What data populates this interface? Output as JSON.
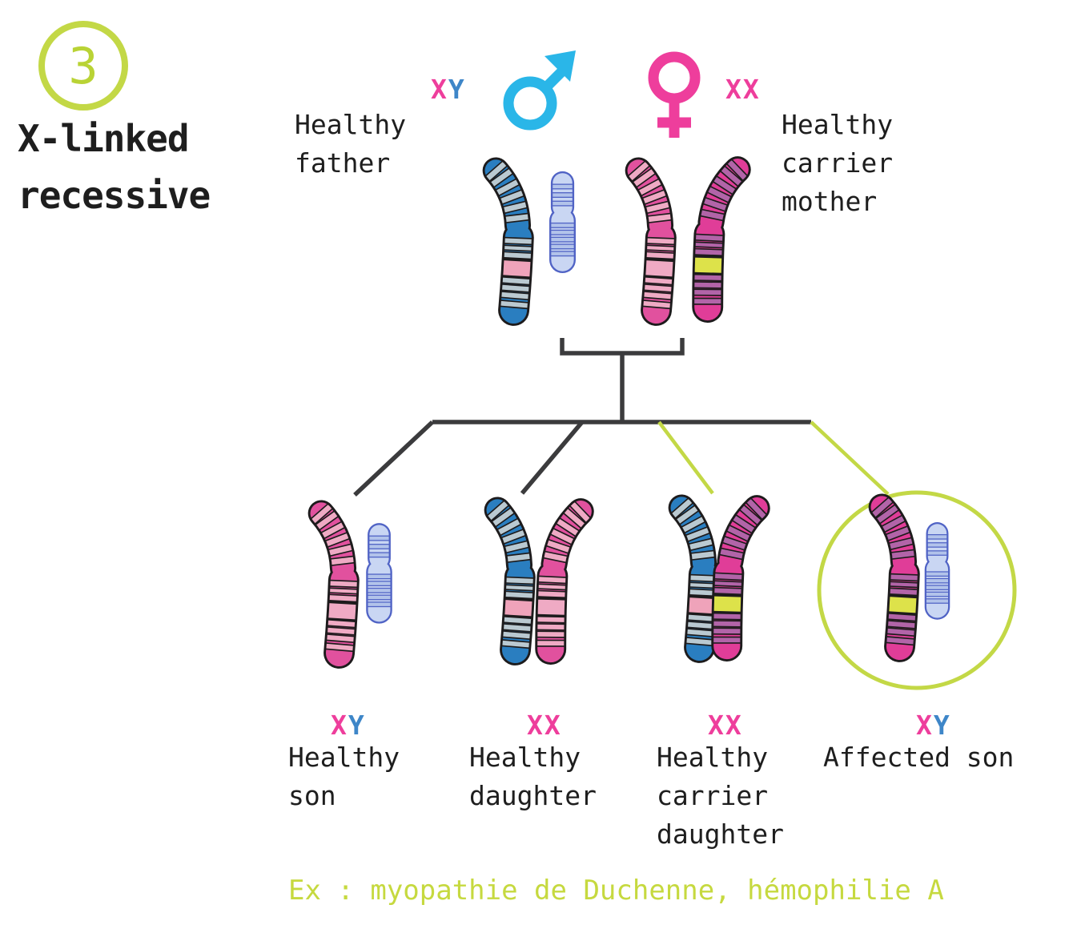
{
  "badge": {
    "number": "3"
  },
  "title": "X-linked\nrecessive",
  "parents": {
    "father": {
      "label": "Healthy\nfather",
      "alleles": [
        {
          "ch": "X",
          "color": "#ee3e9c"
        },
        {
          "ch": "Y",
          "color": "#3e86c8"
        }
      ]
    },
    "mother": {
      "label": "Healthy\ncarrier\nmother",
      "alleles": [
        {
          "ch": "X",
          "color": "#ee3e9c"
        },
        {
          "ch": "X",
          "color": "#ee3e9c"
        }
      ]
    }
  },
  "children": [
    {
      "label": "Healthy\nson",
      "alleles": [
        {
          "ch": "X",
          "color": "#ee3e9c"
        },
        {
          "ch": "Y",
          "color": "#3e86c8"
        }
      ],
      "highlighted": false
    },
    {
      "label": "Healthy\ndaughter",
      "alleles": [
        {
          "ch": "X",
          "color": "#ee3e9c"
        },
        {
          "ch": "X",
          "color": "#ee3e9c"
        }
      ],
      "highlighted": false
    },
    {
      "label": "Healthy\ncarrier\ndaughter",
      "alleles": [
        {
          "ch": "X",
          "color": "#ee3e9c"
        },
        {
          "ch": "X",
          "color": "#ee3e9c"
        }
      ],
      "highlighted": false
    },
    {
      "label": "Affected son",
      "alleles": [
        {
          "ch": "X",
          "color": "#ee3e9c"
        },
        {
          "ch": "Y",
          "color": "#3e86c8"
        }
      ],
      "highlighted": true
    }
  ],
  "example_text": "Ex : myopathie de Duchenne, hémophilie A",
  "colors": {
    "accent_green": "#c3d846",
    "example_text_green": "#c6d93f",
    "yellow_band": "#dde24a",
    "tree_line_dark": "#3b3b3d",
    "male_symbol_cyan": "#2ab6e8",
    "female_symbol_pink": "#ee3e9c",
    "allele_x_pink": "#ee3e9c",
    "allele_y_blue": "#3e86c8",
    "text_dark": "#1e1e1e",
    "chrom_outline": "#1d1b1c",
    "x_blue_base": "#2a7ec0",
    "x_blue_band": "#bac9d1",
    "x_blue_special_pink": "#efa3ba",
    "x_pink_base": "#e1519e",
    "x_pink_band": "#efaac4",
    "x_magenta_base": "#e03d98",
    "x_magenta_band": "#b264a8",
    "y_fill": "#c9d6f3",
    "y_band": "#b2c3ea",
    "y_outline": "#5063c5"
  },
  "chromosomes": {
    "father_x": {
      "type": "x",
      "mirror": false,
      "base": "#2a7ec0",
      "band": "#bac9d1",
      "special": "#efa3ba"
    },
    "father_y": {
      "type": "y",
      "base": "#c9d6f3",
      "band": "#b2c3ea",
      "outline": "#5063c5"
    },
    "mother_x1": {
      "type": "x",
      "mirror": false,
      "base": "#e1519e",
      "band": "#efaac4",
      "special": "#efaac4"
    },
    "mother_x2": {
      "type": "x",
      "mirror": true,
      "base": "#e03d98",
      "band": "#b264a8",
      "special": "#dde24a"
    },
    "child1_x": {
      "type": "x",
      "mirror": false,
      "base": "#e1519e",
      "band": "#efaac4",
      "special": "#efaac4"
    },
    "child1_y": {
      "type": "y",
      "base": "#c9d6f3",
      "band": "#b2c3ea",
      "outline": "#5063c5"
    },
    "child2_x1": {
      "type": "x",
      "mirror": false,
      "base": "#2a7ec0",
      "band": "#bac9d1",
      "special": "#efa3ba"
    },
    "child2_x2": {
      "type": "x",
      "mirror": true,
      "base": "#e1519e",
      "band": "#efaac4",
      "special": "#efaac4"
    },
    "child3_x1": {
      "type": "x",
      "mirror": false,
      "base": "#2a7ec0",
      "band": "#bac9d1",
      "special": "#efa3ba"
    },
    "child3_x2": {
      "type": "x",
      "mirror": true,
      "base": "#e03d98",
      "band": "#b264a8",
      "special": "#dde24a"
    },
    "child4_x": {
      "type": "x",
      "mirror": false,
      "base": "#e03d98",
      "band": "#b264a8",
      "special": "#dde24a"
    },
    "child4_y": {
      "type": "y",
      "base": "#c9d6f3",
      "band": "#b2c3ea",
      "outline": "#5063c5"
    }
  }
}
